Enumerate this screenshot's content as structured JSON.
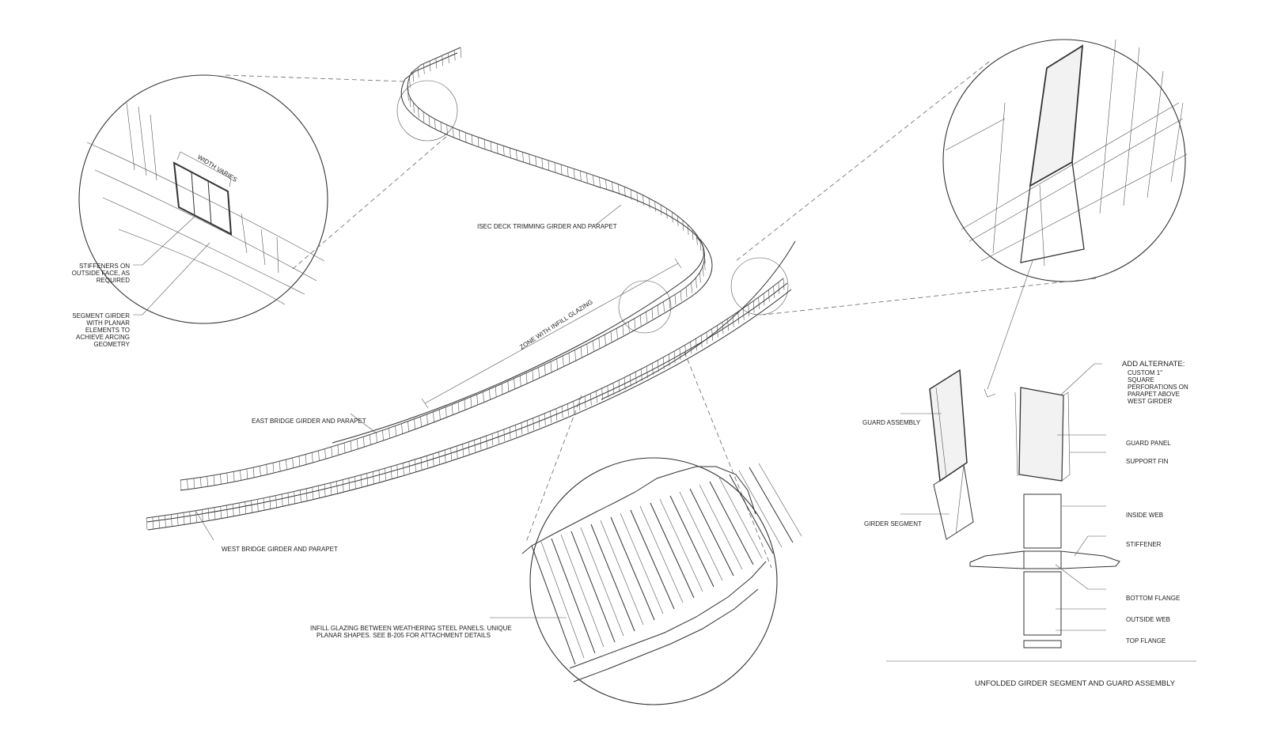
{
  "labels": {
    "width_varies": "WIDTH VARIES",
    "stiffeners_1": "STIFFENERS ON",
    "stiffeners_2": "OUTSIDE  FACE, AS",
    "stiffeners_3": "REQUIRED",
    "segment_1": "SEGMENT GIRDER",
    "segment_2": "WITH  PLANAR",
    "segment_3": "ELEMENTS TO",
    "segment_4": "ACHIEVE ARCING",
    "segment_5": "GEOMETRY",
    "isec": "ISEC DECK TRIMMING GIRDER AND PARAPET",
    "zone": "ZONE WITH INFILL GLAZING",
    "east": "EAST BRIDGE GIRDER AND PARAPET",
    "west": "WEST BRIDGE GIRDER AND PARAPET",
    "infill_1": "INFILL GLAZING BETWEEN WEATHERING STEEL PANELS. UNIQUE",
    "infill_2": "PLANAR SHAPES. SEE B-205 FOR ATTACHMENT DETAILS",
    "add_alt": "ADD ALTERNATE:",
    "alt_1": "CUSTOM 1\"",
    "alt_2": "SQUARE",
    "alt_3": "PERFORATIONS ON",
    "alt_4": "PARAPET ABOVE",
    "alt_5": "WEST GIRDER",
    "guard_assembly": "GUARD ASSEMBLY",
    "guard_panel": "GUARD PANEL",
    "support_fin": "SUPPORT FIN",
    "girder_segment": "GIRDER SEGMENT",
    "inside_web": "INSIDE WEB",
    "stiffener": "STIFFENER",
    "bottom_flange": "BOTTOM FLANGE",
    "outside_web": "OUTSIDE WEB",
    "top_flange": "TOP FLANGE",
    "title": "UNFOLDED GIRDER SEGMENT AND GUARD ASSEMBLY"
  }
}
